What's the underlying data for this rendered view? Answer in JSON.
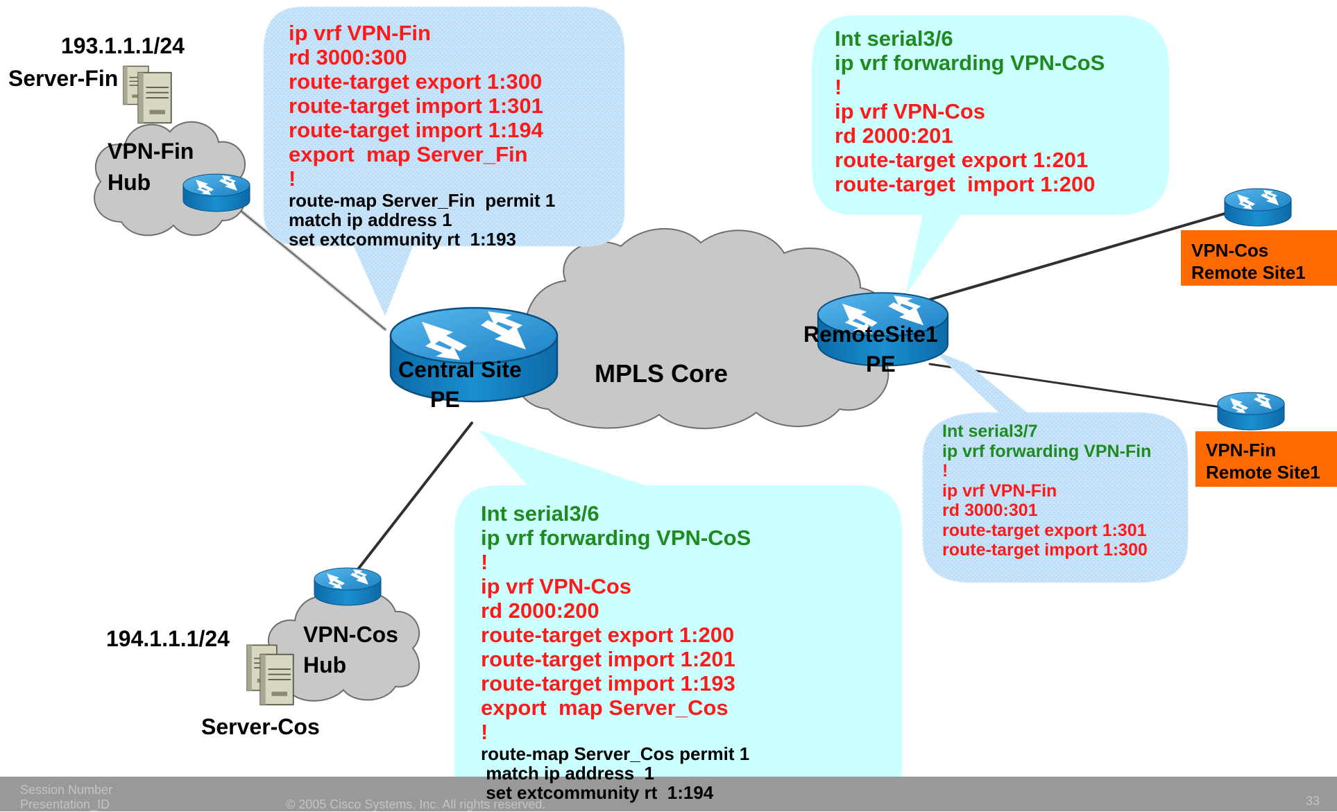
{
  "central_site": {
    "label_line1": "Central Site",
    "label_line2": "PE"
  },
  "remote_site": {
    "label_line1": "RemoteSite1",
    "label_line2": "PE"
  },
  "core": {
    "label": "MPLS Core"
  },
  "server_fin": {
    "ip": "193.1.1.1/24",
    "name": "Server-Fin"
  },
  "server_cos": {
    "ip": "194.1.1.1/24",
    "name": "Server-Cos"
  },
  "vpn_fin_hub": {
    "line1": "VPN-Fin",
    "line2": "Hub"
  },
  "vpn_cos_hub": {
    "line1": "VPN-Cos",
    "line2": "Hub"
  },
  "remote_cos": {
    "line1": "VPN-Cos",
    "line2": "Remote Site1"
  },
  "remote_fin": {
    "line1": "VPN-Fin",
    "line2": "Remote Site1"
  },
  "callout_central_fin": {
    "lines": [
      "ip vrf VPN-Fin",
      "rd 3000:300",
      "route-target export 1:300",
      "route-target import 1:301",
      "route-target import 1:194",
      "export  map Server_Fin",
      "!"
    ],
    "routemap": [
      "route-map Server_Fin  permit 1",
      "match ip address 1",
      "set extcommunity rt  1:193"
    ]
  },
  "callout_remote_cos": {
    "green": [
      "Int serial3/6",
      "ip vrf forwarding VPN-CoS"
    ],
    "red": [
      "!",
      "ip vrf VPN-Cos",
      "rd 2000:201",
      "route-target export 1:201",
      "route-target  import 1:200"
    ]
  },
  "callout_remote_fin": {
    "green": [
      "Int serial3/7",
      "ip vrf forwarding VPN-Fin"
    ],
    "red": [
      "!",
      "ip vrf VPN-Fin",
      "rd 3000:301",
      "route-target export 1:301",
      "route-target import 1:300"
    ]
  },
  "callout_central_cos": {
    "green": [
      "Int serial3/6",
      "ip vrf forwarding VPN-CoS"
    ],
    "red": [
      "!",
      "ip vrf VPN-Cos",
      "rd 2000:200",
      "route-target export 1:200",
      "route-target import 1:201",
      "route-target import 1:193",
      "export  map Server_Cos",
      "!"
    ],
    "routemap": [
      "route-map Server_Cos permit 1",
      " match ip address  1",
      " set extcommunity rt  1:194"
    ]
  },
  "footer": {
    "session": "Session Number",
    "presentation": "Presentation_ID",
    "copyright": "© 2005 Cisco Systems, Inc. All rights reserved.",
    "page": "33"
  },
  "colors": {
    "code_red": "#ff1a1a",
    "code_green": "#1f8a1f",
    "router_blue": "#1a8fcf",
    "cloud_gray": "#c8c8c8",
    "callout_cyan": "#ccffff",
    "callout_blue": "#c6e4fb",
    "remote_orange": "#ff6a00",
    "footer_gray": "#999999"
  },
  "icons": [
    "router-icon",
    "server-icon",
    "cloud-icon"
  ]
}
